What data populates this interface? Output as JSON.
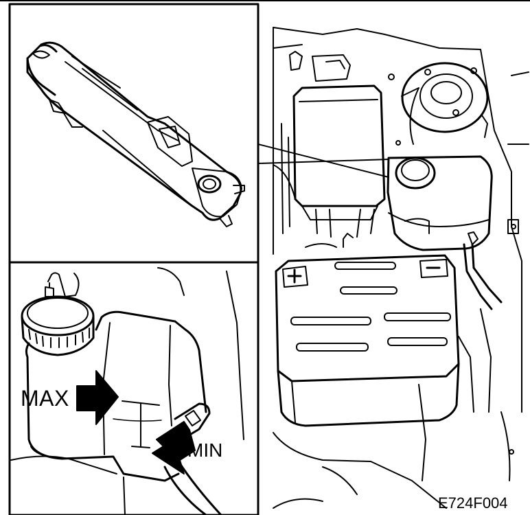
{
  "labels": {
    "max": "MAX",
    "min": "MIN",
    "figure_code": "E724F004"
  },
  "colors": {
    "ink": "#000000",
    "paper": "#ffffff"
  },
  "panels": [
    {
      "name": "reservoir-cap-detail"
    },
    {
      "name": "coolant-level-detail"
    },
    {
      "name": "engine-bay-overview"
    }
  ]
}
